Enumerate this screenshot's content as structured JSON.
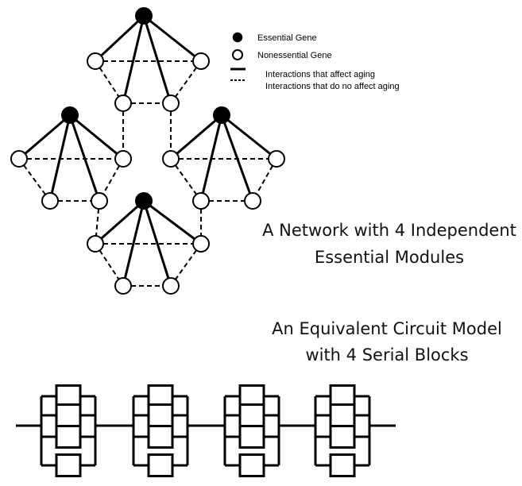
{
  "legend": {
    "essential_label": "Essential Gene",
    "nonessential_label": "Nonessential Gene",
    "solid_label": "Interactions that affect aging",
    "dashed_label": "Interactions that do no affect aging"
  },
  "network_caption": {
    "line1": "A Network with 4 Independent",
    "line2": "Essential Modules"
  },
  "circuit_caption": {
    "line1": "An Equivalent Circuit Model",
    "line2": "with 4 Serial Blocks"
  },
  "network": {
    "module_count": 4,
    "nodes_per_module": 5,
    "essential_color": "#000000",
    "nonessential_color": "#ffffff"
  },
  "circuit": {
    "block_count": 4,
    "elements_per_block": 4
  }
}
